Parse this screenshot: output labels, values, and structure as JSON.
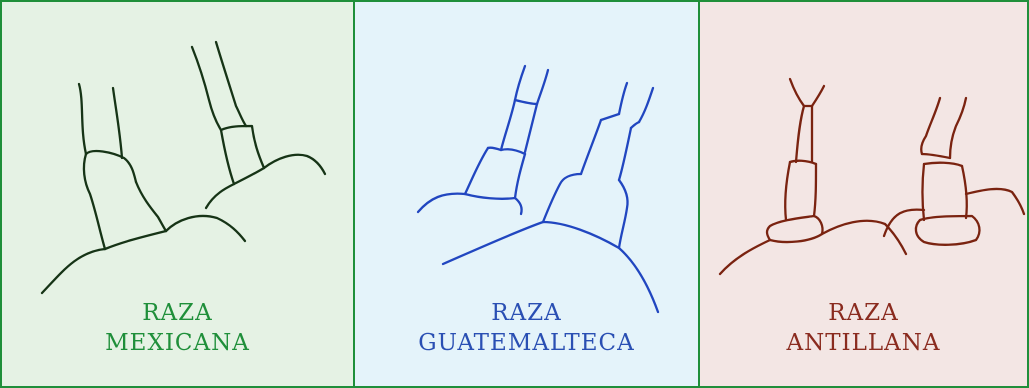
{
  "panels": [
    {
      "id": "mexicana",
      "label_line1": "RAZA",
      "label_line2": "MEXICANA",
      "color": "#1f8f3a",
      "stroke": "#163416",
      "background": "#e5f2e4"
    },
    {
      "id": "guatemalteca",
      "label_line1": "RAZA",
      "label_line2": "GUATEMALTECA",
      "color": "#2a4fb3",
      "stroke": "#2146c0",
      "background": "#e4f3fa"
    },
    {
      "id": "antillana",
      "label_line1": "RAZA",
      "label_line2": "ANTILLANA",
      "color": "#8a2b1f",
      "stroke": "#7a2310",
      "background": "#f3e6e4"
    }
  ]
}
